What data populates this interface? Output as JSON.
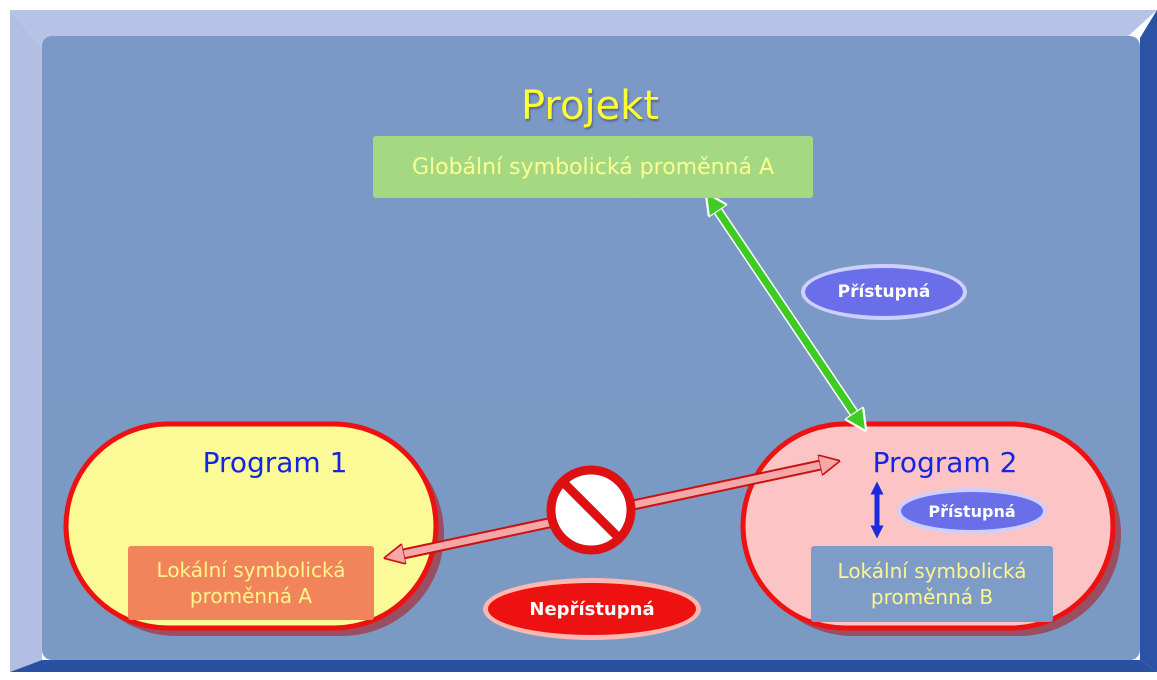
{
  "project": {
    "title": "Projekt",
    "global_variable": "Globální symbolická proměnná A"
  },
  "program1": {
    "title": "Program 1",
    "local_variable": "Lokální symbolická proměnná A"
  },
  "program2": {
    "title": "Program 2",
    "local_variable": "Lokální symbolická proměnná B",
    "local_access": "Přístupná"
  },
  "links": {
    "global_access": "Přístupná",
    "cross_program_access": "Nepřístupná"
  },
  "colors": {
    "frame_outer": "#b4c1e4",
    "frame_panel": "#7c9ac6",
    "program1_fill": "#fbfa96",
    "program2_fill": "#fcc4c4",
    "program_border": "#ee1111",
    "global_box": "#a4d883",
    "access_pill": "#6a6ee8",
    "denied_pill": "#ee1111",
    "access_arrow": "#3fcc22",
    "denied_arrow": "#f6a8a8"
  },
  "icons": {
    "prohibited": "no-entry-icon",
    "vertical_link": "double-arrow-icon"
  }
}
